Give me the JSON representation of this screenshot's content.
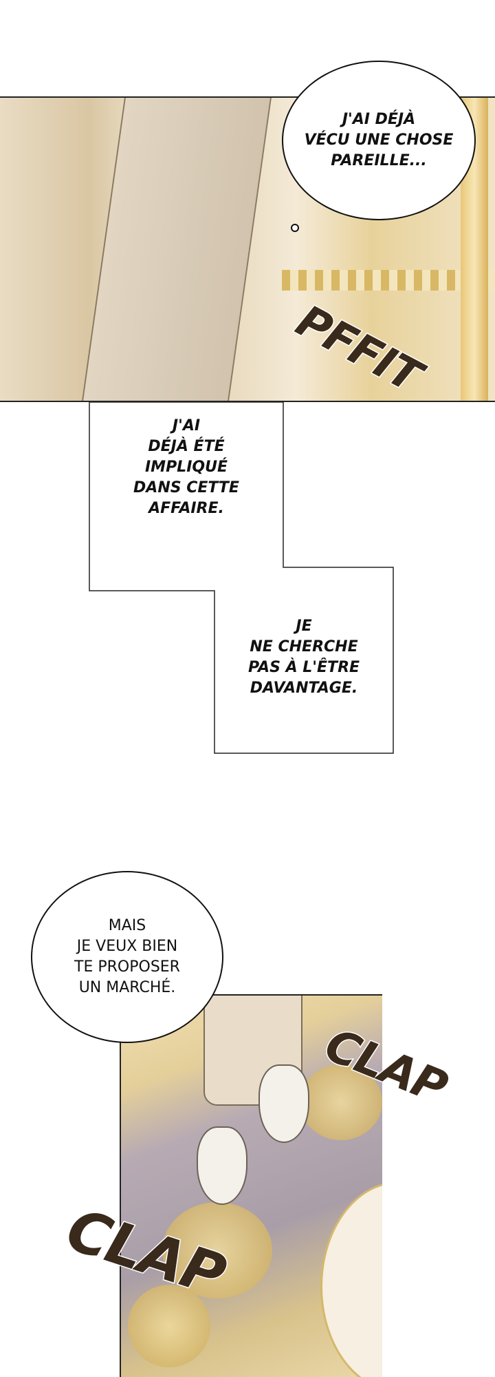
{
  "panels": {
    "top": {
      "bubble": "J'AI DÉJÀ\nVÉCU UNE CHOSE\nPAREILLE...",
      "sfx": "PFFIT"
    },
    "narration": {
      "box1": "J'AI\nDÉJÀ ÉTÉ\nIMPLIQUÉ\nDANS CETTE\nAFFAIRE.",
      "box2": "JE\nNE CHERCHE\nPAS À L'ÊTRE\nDAVANTAGE."
    },
    "bottom": {
      "bubble": "MAIS\nJE VEUX BIEN\nTE PROPOSER\nUN MARCHÉ.",
      "sfx_1": "CLAP",
      "sfx_2": "CLAP"
    }
  }
}
